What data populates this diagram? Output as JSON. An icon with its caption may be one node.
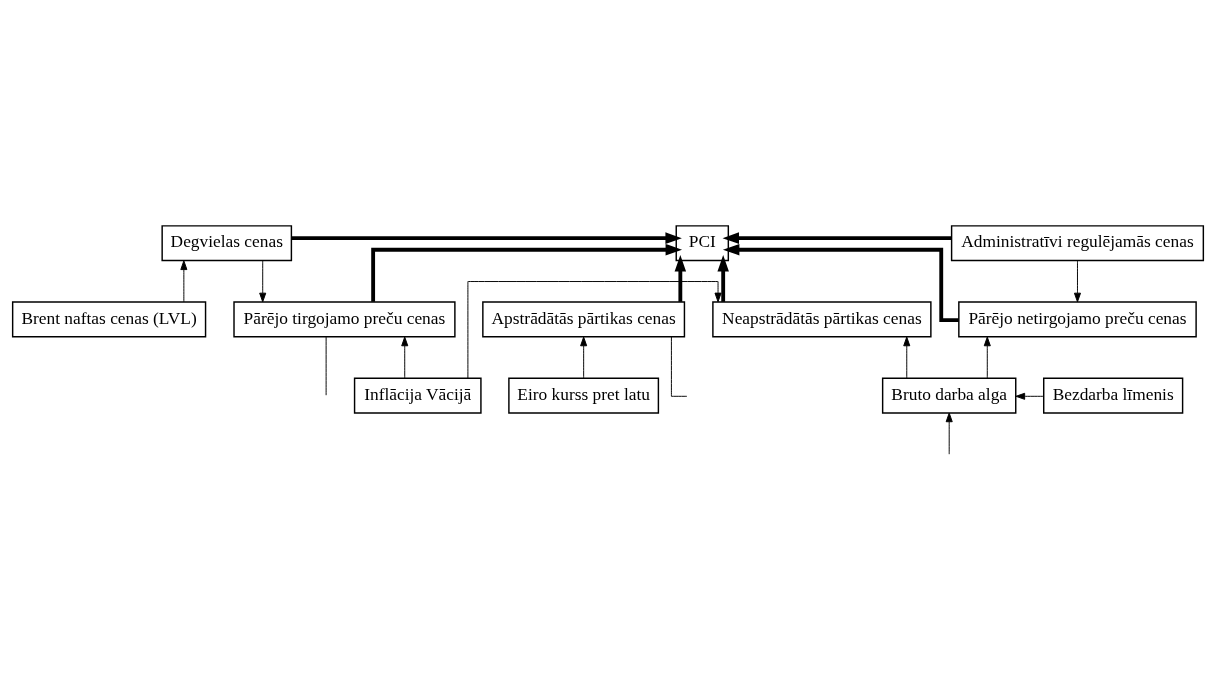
{
  "diagram": {
    "nodes": [
      {
        "text": [
          "Degvielas cenas"
        ]
      },
      {
        "text": [
          "PCI"
        ]
      },
      {
        "text": [
          "Administratīvi regulējamās cenas"
        ]
      },
      {
        "text": [
          "Pārējo tirgojamo preču cenas"
        ]
      },
      {
        "text": [
          "Apstrādātās pārtikas cenas"
        ]
      },
      {
        "text": [
          "Neapstrādātās pārtikas cenas"
        ]
      },
      {
        "text": [
          "Pārējo netirgojamo preču cenas"
        ]
      },
      {
        "text": [
          "Brent naftas cenas (LVL)"
        ]
      },
      {
        "text": [
          "Inflācija Vācijā"
        ]
      },
      {
        "text": [
          "Eiro kurss pret latu"
        ]
      },
      {
        "text": [
          "Bruto darba alga"
        ]
      },
      {
        "text": [
          "Bezdarba līmenis"
        ]
      }
    ],
    "edges": [
      {
        "from": 0,
        "to": 1,
        "arrow": "to",
        "style": "thick"
      },
      {
        "from": 2,
        "to": 1,
        "arrow": "to",
        "style": "thick"
      },
      {
        "from": 3,
        "to": 1,
        "arrow": "to",
        "style": "thick"
      },
      {
        "from": 4,
        "to": 1,
        "arrow": "to",
        "style": "thick"
      },
      {
        "from": 5,
        "to": 1,
        "arrow": "to",
        "style": "thick"
      },
      {
        "from": 6,
        "to": 1,
        "arrow": "to",
        "style": "thick"
      },
      {
        "from": 7,
        "to": 0,
        "arrow": "to"
      },
      {
        "from": 0,
        "to": 3,
        "arrow": "to"
      },
      {
        "from": 2,
        "to": 6,
        "arrow": "to"
      },
      {
        "from": 8,
        "to": 3,
        "arrow": "to"
      },
      {
        "from": 8,
        "to": 5,
        "arrow": "to"
      },
      {
        "from": 9,
        "to": 4,
        "arrow": "to"
      },
      {
        "from": 10,
        "to": 5,
        "arrow": "to"
      },
      {
        "from": 10,
        "to": 6,
        "arrow": "to"
      },
      {
        "from": 11,
        "to": 10,
        "arrow": "to"
      },
      {
        "from": 3,
        "to": null,
        "arrow": "none"
      },
      {
        "from": 4,
        "to": null,
        "arrow": "none"
      },
      {
        "from": null,
        "to": 10,
        "arrow": "to"
      }
    ]
  }
}
